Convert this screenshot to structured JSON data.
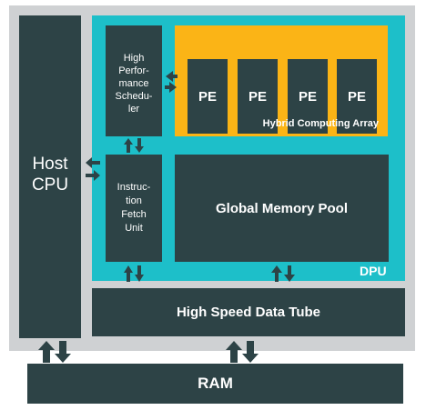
{
  "colors": {
    "frame": "#cfd1d3",
    "block": "#2d4346",
    "dpu": "#1dbfc9",
    "hybrid": "#fbb416",
    "text": "#ffffff"
  },
  "diagram": {
    "host_cpu": [
      "Host",
      "CPU"
    ],
    "scheduler": [
      "High",
      "Perfor-",
      "mance",
      "Schedu-",
      "ler"
    ],
    "fetch_unit": [
      "Instruc-",
      "tion",
      "Fetch",
      "Unit"
    ],
    "pe_units": [
      "PE",
      "PE",
      "PE",
      "PE"
    ],
    "hybrid_label": "Hybrid Computing Array",
    "memory_pool": "Global Memory Pool",
    "dpu_label": "DPU",
    "data_tube": "High Speed Data Tube",
    "ram": "RAM"
  }
}
